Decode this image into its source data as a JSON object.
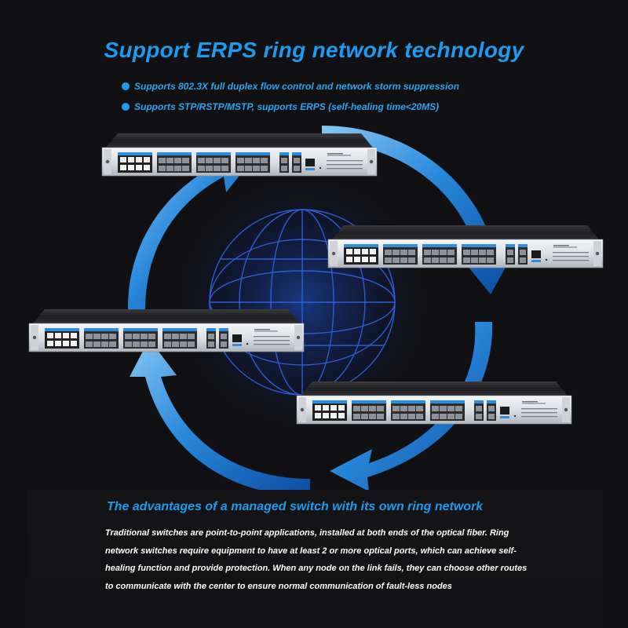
{
  "header": {
    "title": "Support ERPS ring network technology",
    "bullets": [
      "Supports 802.3X full duplex flow control and network storm suppression",
      "Supports STP/RSTP/MSTP, supports ERPS (self-healing time<20MS)"
    ]
  },
  "advantages": {
    "title": "The advantages of a managed switch with its own ring network",
    "text": "Traditional switches are point-to-point applications, installed at both ends of the optical fiber. Ring network switches require equipment to have at least 2 or more optical ports, which can achieve self-healing function and provide protection. When any node on the link fails, they can choose other routes to communicate with the center to ensure normal communication of fault-less nodes"
  },
  "colors": {
    "background": "#111113",
    "accent": "#1e9bf0",
    "text": "#ffffff"
  }
}
